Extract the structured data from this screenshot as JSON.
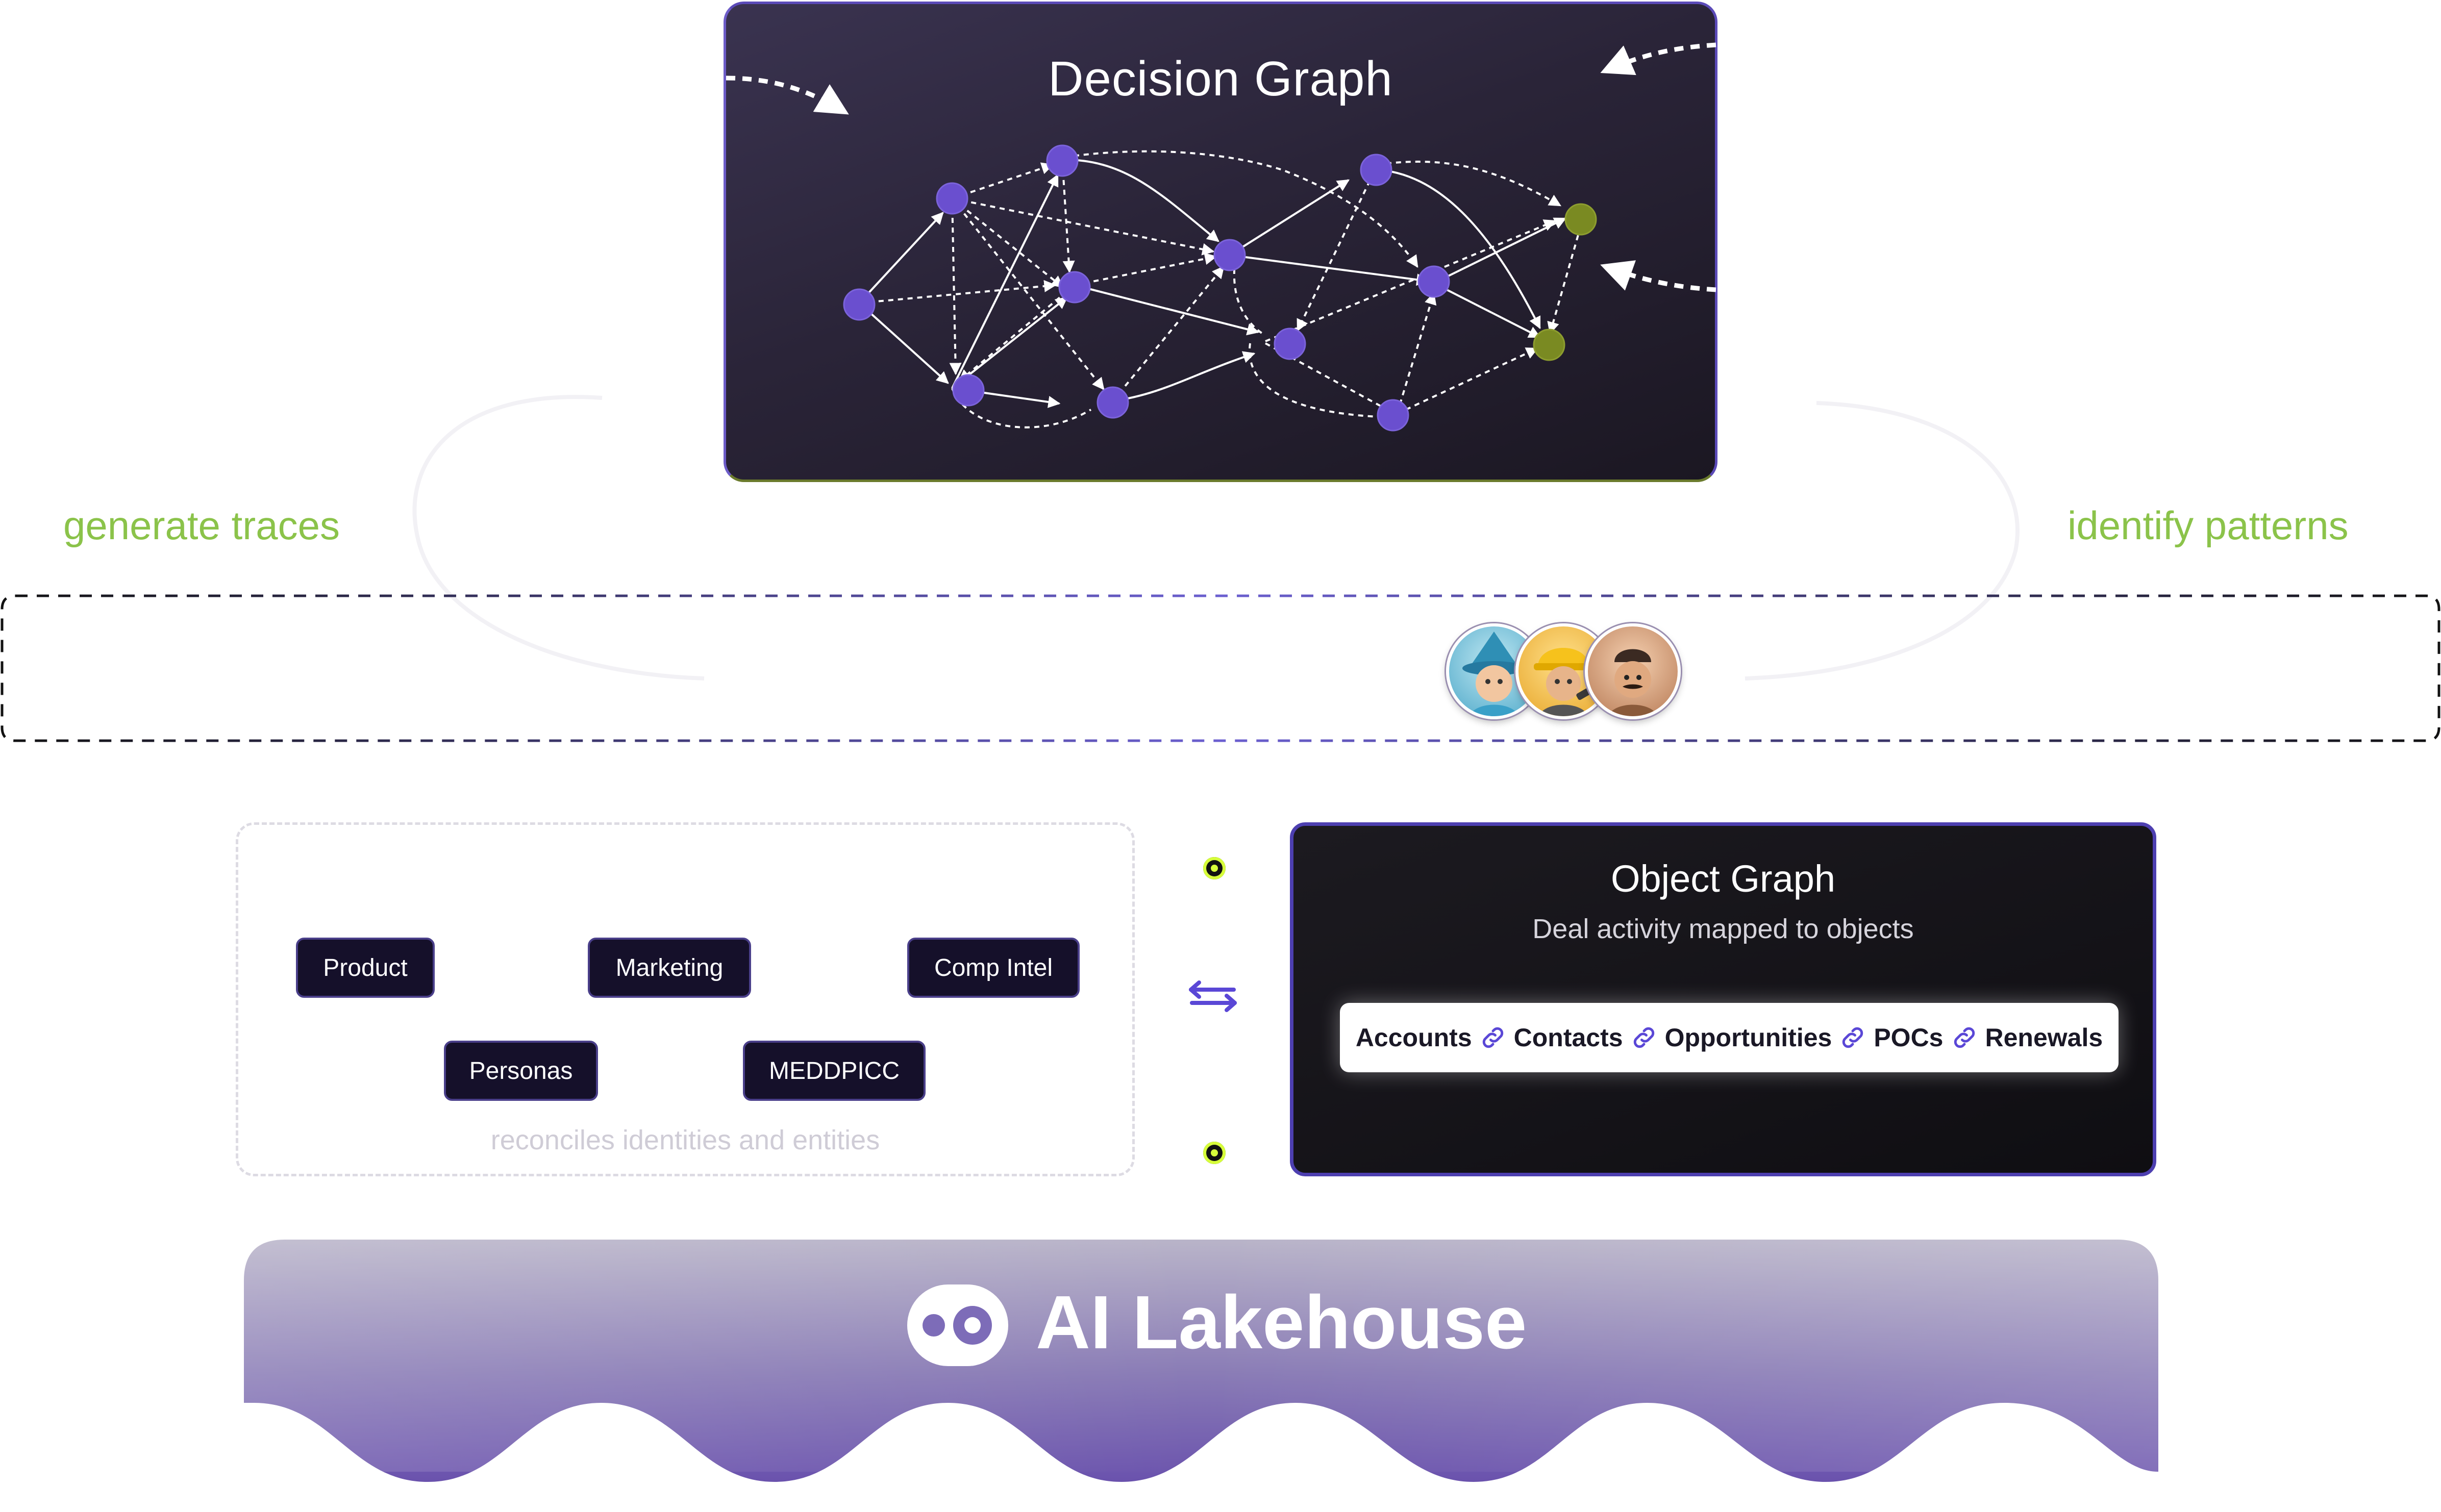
{
  "decision_graph": {
    "title": "Decision Graph"
  },
  "side_labels": {
    "left": "generate traces",
    "right": "identify patterns"
  },
  "agents": [
    "wizard-avatar",
    "builder-avatar",
    "detective-avatar"
  ],
  "context": {
    "chips": [
      "Product",
      "Marketing",
      "Comp Intel",
      "Personas",
      "MEDDPICC"
    ],
    "caption": "reconciles identities and entities"
  },
  "object_graph": {
    "title": "Object Graph",
    "subtitle": "Deal activity mapped to objects",
    "objects": [
      "Accounts",
      "Contacts",
      "Opportunities",
      "POCs",
      "Renewals"
    ]
  },
  "lakehouse": {
    "title": "AI Lakehouse"
  },
  "colors": {
    "accent_purple": "#5b4ab8",
    "node_purple": "#6a4fcf",
    "node_olive": "#7a8a22",
    "label_green": "#8bc34a",
    "indicator_lime": "#d7ff3a"
  }
}
